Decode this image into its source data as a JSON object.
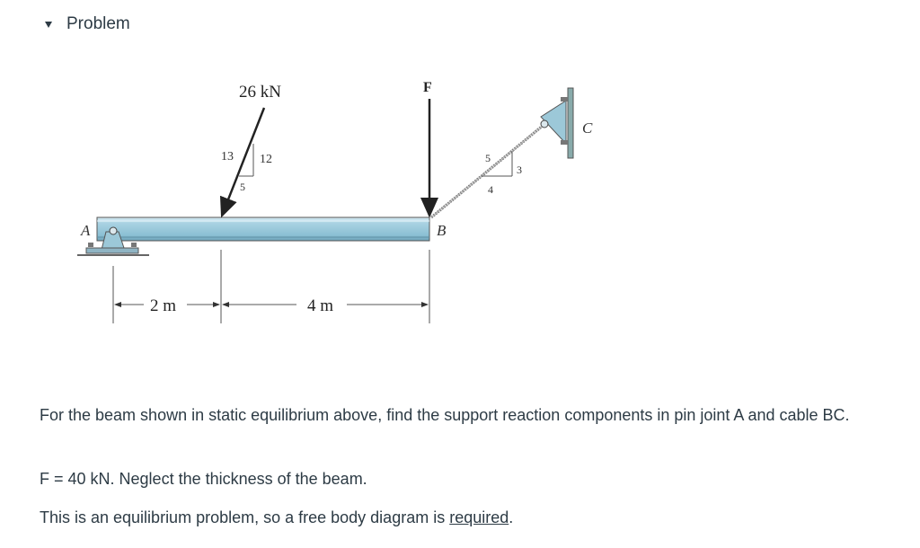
{
  "header": {
    "title": "Problem",
    "toggle_icon": "caret-down-icon"
  },
  "figure": {
    "force_26_label": "26 kN",
    "slope_hyp": "13",
    "slope_vert": "12",
    "slope_horiz": "5",
    "force_F_label": "F",
    "cable_hyp": "5",
    "cable_vert": "3",
    "cable_horiz": "4",
    "point_A": "A",
    "point_B": "B",
    "point_C": "C",
    "dim_left": "2 m",
    "dim_right": "4 m"
  },
  "text": {
    "para1": "For the beam shown in static equilibrium above, find the support reaction components in pin joint A and cable BC.",
    "para2": "F = 40 kN. Neglect the thickness of the beam.",
    "para3_prefix": "This is an equilibrium problem, so a free body diagram is ",
    "para3_link": "required",
    "para3_suffix": "."
  }
}
